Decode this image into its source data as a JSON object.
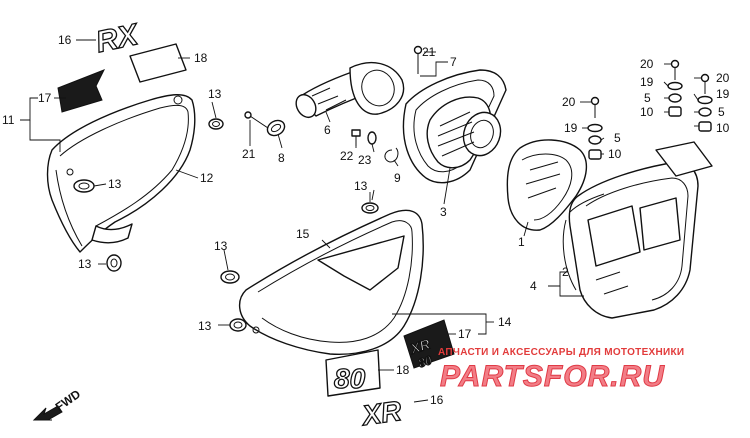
{
  "callouts": [
    {
      "id": "c16a",
      "text": "16"
    },
    {
      "id": "c18a",
      "text": "18"
    },
    {
      "id": "c17a",
      "text": "17"
    },
    {
      "id": "c11",
      "text": "11"
    },
    {
      "id": "c13a",
      "text": "13"
    },
    {
      "id": "c13b",
      "text": "13"
    },
    {
      "id": "c13c",
      "text": "13"
    },
    {
      "id": "c12",
      "text": "12"
    },
    {
      "id": "c21a",
      "text": "21"
    },
    {
      "id": "c8",
      "text": "8"
    },
    {
      "id": "c6",
      "text": "6"
    },
    {
      "id": "c21b",
      "text": "21"
    },
    {
      "id": "c7",
      "text": "7"
    },
    {
      "id": "c22",
      "text": "22"
    },
    {
      "id": "c23",
      "text": "23"
    },
    {
      "id": "c9",
      "text": "9"
    },
    {
      "id": "c13d",
      "text": "13"
    },
    {
      "id": "c3",
      "text": "3"
    },
    {
      "id": "c20a",
      "text": "20"
    },
    {
      "id": "c19a",
      "text": "19"
    },
    {
      "id": "c5a",
      "text": "5"
    },
    {
      "id": "c10a",
      "text": "10"
    },
    {
      "id": "c20b",
      "text": "20"
    },
    {
      "id": "c19b",
      "text": "19"
    },
    {
      "id": "c5b",
      "text": "5"
    },
    {
      "id": "c10b",
      "text": "10"
    },
    {
      "id": "c20c",
      "text": "20"
    },
    {
      "id": "c19c",
      "text": "19"
    },
    {
      "id": "c5c",
      "text": "5"
    },
    {
      "id": "c10c",
      "text": "10"
    },
    {
      "id": "c1",
      "text": "1"
    },
    {
      "id": "c2",
      "text": "2"
    },
    {
      "id": "c4",
      "text": "4"
    },
    {
      "id": "c15",
      "text": "15"
    },
    {
      "id": "c13e",
      "text": "13"
    },
    {
      "id": "c13f",
      "text": "13"
    },
    {
      "id": "c17b",
      "text": "17"
    },
    {
      "id": "c14",
      "text": "14"
    },
    {
      "id": "c18b",
      "text": "18"
    },
    {
      "id": "c16b",
      "text": "16"
    }
  ],
  "decals": {
    "left_logo": "RX",
    "right_logo": "XR",
    "side_badge_top": "XR",
    "side_badge_bottom": "80",
    "number_plate": "80"
  },
  "fwd_marker": "FWD",
  "watermark": {
    "subtitle": "АПЧАСТИ И АКСЕССУАРЫ ДЛЯ МОТОТЕХНИКИ",
    "logo": "PARTSFOR.RU"
  }
}
